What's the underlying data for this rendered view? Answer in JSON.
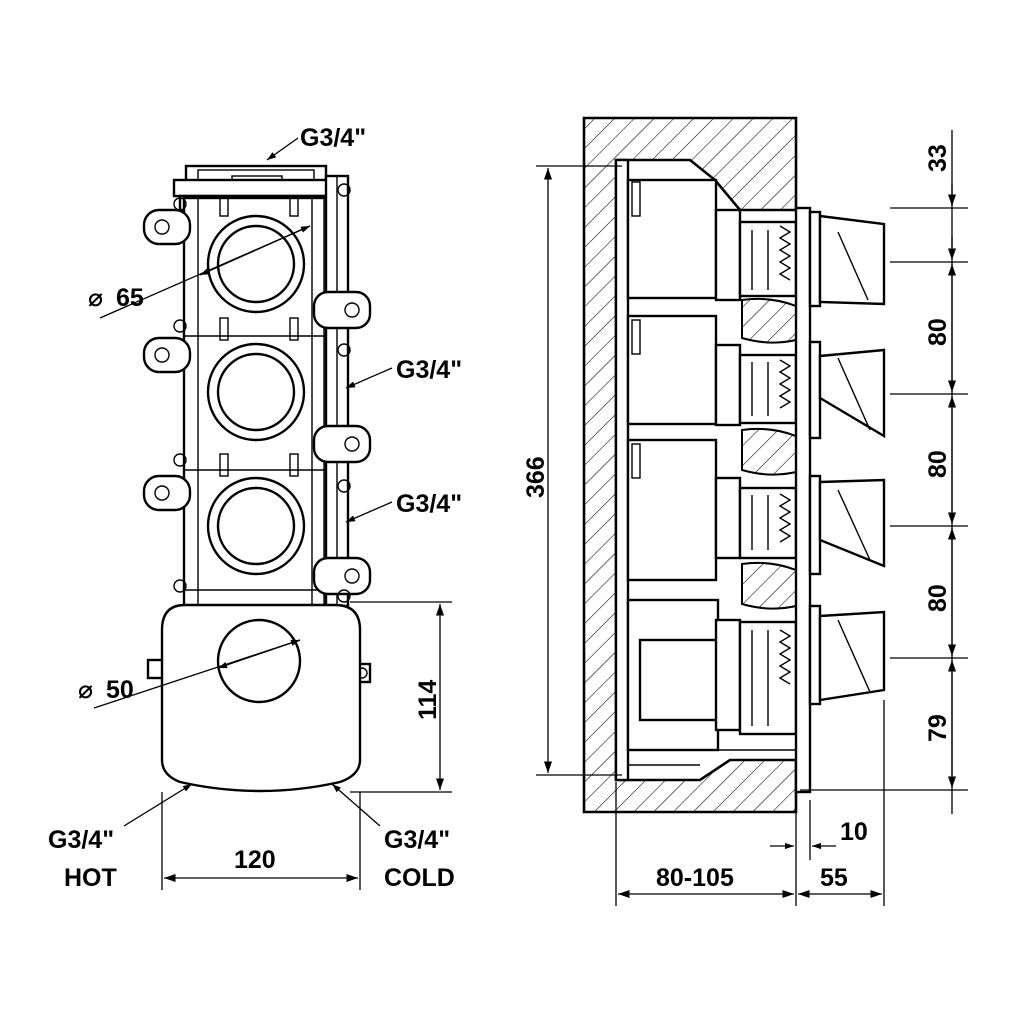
{
  "front_view": {
    "top_connection": "G3/4\"",
    "outlet_1_diameter": "65",
    "side_connection_1": "G3/4\"",
    "side_connection_2": "G3/4\"",
    "mixer_diameter": "50",
    "mixer_height": "114",
    "width": "120",
    "inlet_hot": {
      "thread": "G3/4\"",
      "label": "HOT"
    },
    "inlet_cold": {
      "thread": "G3/4\"",
      "label": "COLD"
    }
  },
  "side_view": {
    "overall_height": "366",
    "spacing_top": "33",
    "spacing_1": "80",
    "spacing_2": "80",
    "spacing_3": "80",
    "spacing_bottom": "79",
    "plate_thickness": "10",
    "wall_depth": "80-105",
    "knob_projection": "55"
  },
  "symbols": {
    "diameter": "⌀"
  },
  "colors": {
    "line": "#000000",
    "background": "#ffffff"
  }
}
